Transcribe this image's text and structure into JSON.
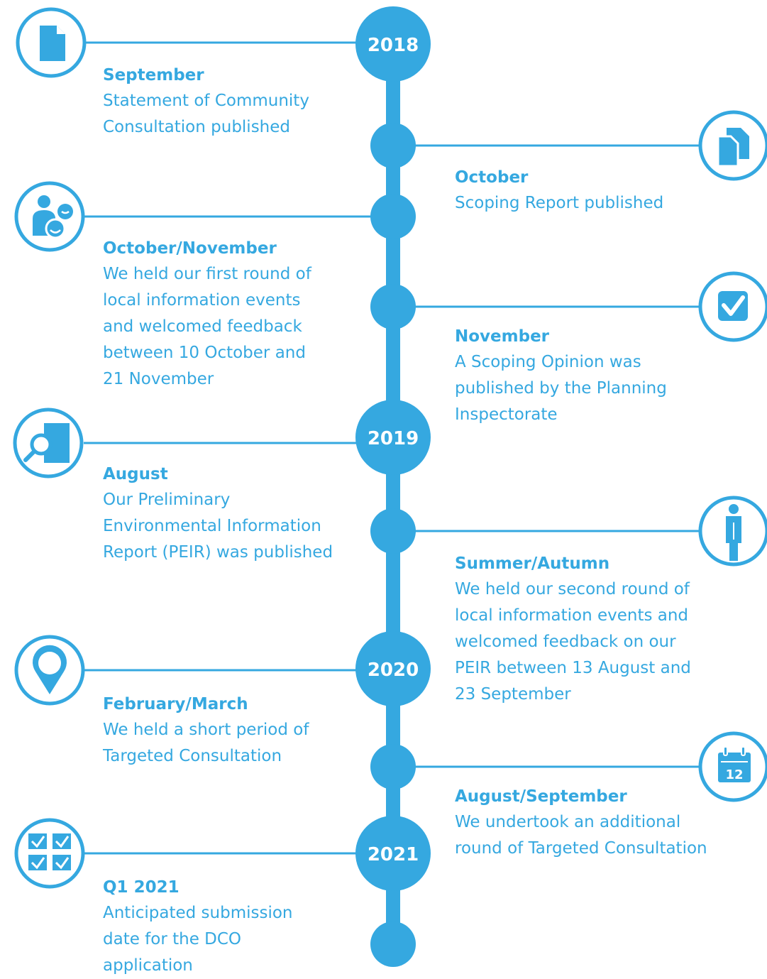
{
  "colors": {
    "accent": "#35a8e0",
    "background": "#ffffff"
  },
  "years": [
    "2018",
    "2019",
    "2020",
    "2021"
  ],
  "events": [
    {
      "month": "September",
      "desc": [
        "Statement of Community",
        "Consultation published"
      ],
      "icon": "document-icon"
    },
    {
      "month": "October",
      "desc": [
        "Scoping Report published"
      ],
      "icon": "documents-stack-icon"
    },
    {
      "month": "October/November",
      "desc": [
        "We held our first round of",
        "local information events",
        "and welcomed feedback",
        "between 10 October and",
        "21 November"
      ],
      "icon": "people-group-icon"
    },
    {
      "month": "November",
      "desc": [
        "A Scoping Opinion was",
        "published by the Planning",
        "Inspectorate"
      ],
      "icon": "checkbox-icon"
    },
    {
      "month": "August",
      "desc": [
        "Our Preliminary",
        "Environmental Information",
        "Report (PEIR) was published"
      ],
      "icon": "magnifier-document-icon"
    },
    {
      "month": "Summer/Autumn",
      "desc": [
        "We held our second round of",
        "local information events and",
        "welcomed feedback on our",
        "PEIR between 13 August and",
        "23 September"
      ],
      "icon": "person-info-icon"
    },
    {
      "month": "February/March",
      "desc": [
        "We held a short period of",
        "Targeted Consultation"
      ],
      "icon": "map-pin-icon"
    },
    {
      "month": "August/September",
      "desc": [
        "We undertook an additional",
        "round of Targeted Consultation"
      ],
      "icon": "calendar-icon"
    },
    {
      "month": "Q1 2021",
      "desc": [
        "Anticipated submission",
        "date for the DCO",
        "application"
      ],
      "icon": "checklist-grid-icon"
    }
  ],
  "calendar_day": "12"
}
